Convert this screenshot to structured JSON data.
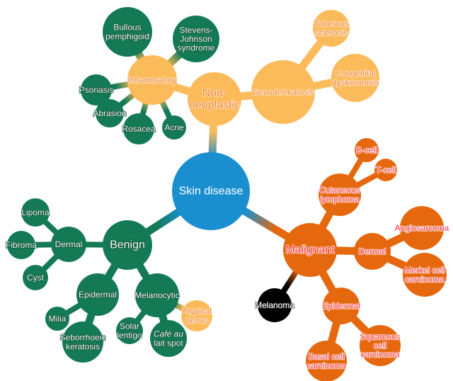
{
  "colors": {
    "blue": "#1a8fd0",
    "yellow": "#fbbb5a",
    "green": "#137a55",
    "orange": "#e5680e",
    "black": "#000000"
  },
  "nodes": {
    "root": {
      "lines": [
        "Skin disease"
      ],
      "color": "blue"
    },
    "nonneo": {
      "lines": [
        "Non-",
        "neoplastic"
      ],
      "color": "yellow"
    },
    "inflam": {
      "lines": [
        "Inflammatory"
      ],
      "color": "yellow"
    },
    "geno": {
      "lines": [
        "Genodermatosis"
      ],
      "color": "yellow"
    },
    "tuber": {
      "lines": [
        "Tuberous",
        "sclerosis"
      ],
      "color": "yellow"
    },
    "congen": {
      "lines": [
        "Congenital",
        "dyskeratosis"
      ],
      "color": "yellow"
    },
    "bullous": {
      "lines": [
        "Bullous",
        "pemphigoid"
      ],
      "color": "green"
    },
    "sjs": {
      "lines": [
        "Stevens-",
        "Johnson",
        "syndrome"
      ],
      "color": "green"
    },
    "psoriasis": {
      "lines": [
        "Psoriasis"
      ],
      "color": "green"
    },
    "abrasion": {
      "lines": [
        "Abrasion"
      ],
      "color": "green"
    },
    "rosacea": {
      "lines": [
        "Rosacea"
      ],
      "color": "green"
    },
    "acne": {
      "lines": [
        "Acne"
      ],
      "color": "green"
    },
    "benign": {
      "lines": [
        "Benign"
      ],
      "color": "green"
    },
    "bdermal": {
      "lines": [
        "Dermal"
      ],
      "color": "green"
    },
    "lipoma": {
      "lines": [
        "Lipoma"
      ],
      "color": "green"
    },
    "fibroma": {
      "lines": [
        "Fibroma"
      ],
      "color": "green"
    },
    "cyst": {
      "lines": [
        "Cyst"
      ],
      "color": "green"
    },
    "bepi": {
      "lines": [
        "Epidermal"
      ],
      "color": "green"
    },
    "melano": {
      "lines": [
        "Melanocytic"
      ],
      "color": "green"
    },
    "milia": {
      "lines": [
        "Milia"
      ],
      "color": "green"
    },
    "seb": {
      "lines": [
        "Seborrhoeic",
        "keratosis"
      ],
      "color": "green"
    },
    "solar": {
      "lines": [
        "Solar",
        "lentigo"
      ],
      "color": "green"
    },
    "cafe": {
      "lines": [
        "Café au",
        "lait spot"
      ],
      "color": "green"
    },
    "atyp": {
      "lines": [
        "Atypical",
        "nevus"
      ],
      "color": "yellow"
    },
    "malig": {
      "lines": [
        "Malignant"
      ],
      "color": "orange"
    },
    "lymph": {
      "lines": [
        "Cutaneous",
        "lymphoma"
      ],
      "color": "orange"
    },
    "bcell": {
      "lines": [
        "B-cell"
      ],
      "color": "orange"
    },
    "tcell": {
      "lines": [
        "T-cell"
      ],
      "color": "orange"
    },
    "mdermal": {
      "lines": [
        "Dermal"
      ],
      "color": "orange"
    },
    "angio": {
      "lines": [
        "Angiosarcoma"
      ],
      "color": "orange"
    },
    "merkel": {
      "lines": [
        "Merkel cell",
        "carcinoma"
      ],
      "color": "orange"
    },
    "melanoma": {
      "lines": [
        "Melanoma"
      ],
      "color": "black"
    },
    "mepi": {
      "lines": [
        "Epidermal"
      ],
      "color": "orange"
    },
    "squam": {
      "lines": [
        "Squamous",
        "cell",
        "carcinoma"
      ],
      "color": "orange"
    },
    "basal": {
      "lines": [
        "Basal cell",
        "carcinoma"
      ],
      "color": "orange"
    }
  },
  "edges": [
    [
      "root",
      "nonneo"
    ],
    [
      "nonneo",
      "inflam"
    ],
    [
      "nonneo",
      "geno"
    ],
    [
      "geno",
      "tuber"
    ],
    [
      "geno",
      "congen"
    ],
    [
      "inflam",
      "bullous"
    ],
    [
      "inflam",
      "sjs"
    ],
    [
      "inflam",
      "psoriasis"
    ],
    [
      "inflam",
      "abrasion"
    ],
    [
      "inflam",
      "rosacea"
    ],
    [
      "inflam",
      "acne"
    ],
    [
      "root",
      "benign"
    ],
    [
      "benign",
      "bdermal"
    ],
    [
      "bdermal",
      "lipoma"
    ],
    [
      "bdermal",
      "fibroma"
    ],
    [
      "bdermal",
      "cyst"
    ],
    [
      "benign",
      "bepi"
    ],
    [
      "benign",
      "melano"
    ],
    [
      "bepi",
      "milia"
    ],
    [
      "bepi",
      "seb"
    ],
    [
      "melano",
      "solar"
    ],
    [
      "melano",
      "cafe"
    ],
    [
      "melano",
      "atyp"
    ],
    [
      "root",
      "malig"
    ],
    [
      "malig",
      "lymph"
    ],
    [
      "lymph",
      "bcell"
    ],
    [
      "lymph",
      "tcell"
    ],
    [
      "malig",
      "mdermal"
    ],
    [
      "mdermal",
      "angio"
    ],
    [
      "mdermal",
      "merkel"
    ],
    [
      "malig",
      "melanoma"
    ],
    [
      "malig",
      "mepi"
    ],
    [
      "mepi",
      "squam"
    ],
    [
      "mepi",
      "basal"
    ]
  ]
}
